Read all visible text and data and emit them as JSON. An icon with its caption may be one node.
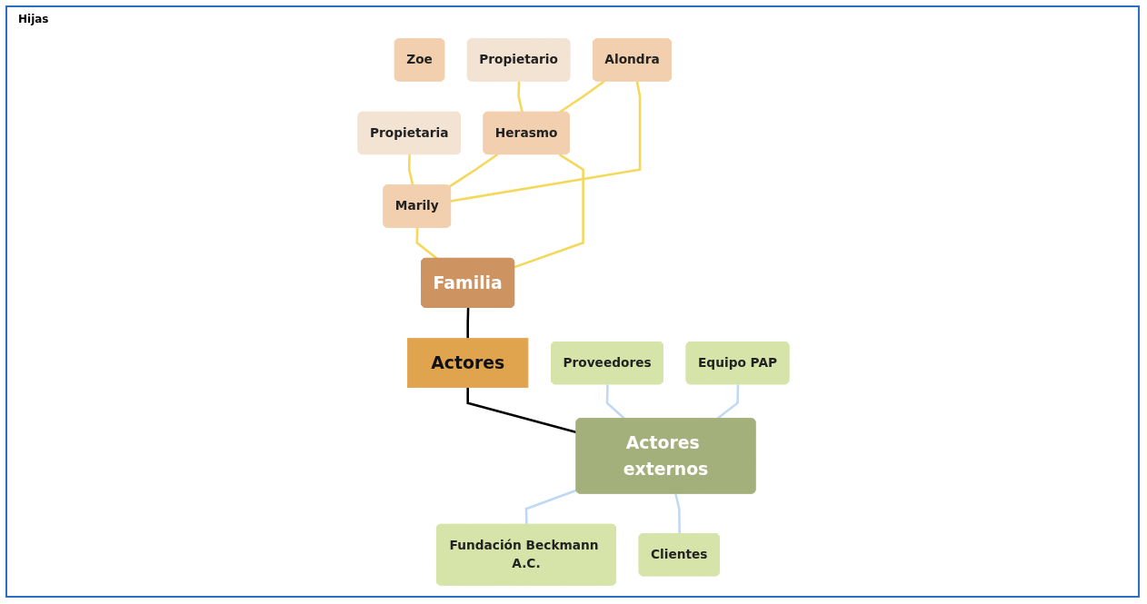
{
  "diagram": {
    "nodes": [
      {
        "text": [
          "Zoe"
        ]
      },
      {
        "text": [
          "Propietario"
        ]
      },
      {
        "text": [
          "Alondra"
        ]
      },
      {
        "text": [
          "Propietaria"
        ]
      },
      {
        "text": [
          "Herasmo"
        ]
      },
      {
        "text": [
          "Marily"
        ]
      },
      {
        "text": [
          "Familia"
        ]
      },
      {
        "text": [
          "Actores"
        ]
      },
      {
        "text": [
          "Proveedores"
        ]
      },
      {
        "text": [
          "Fundación Beckmann A.C."
        ]
      },
      {
        "text": [
          "Actores externos"
        ]
      },
      {
        "text": [
          "Equipo PAP"
        ]
      },
      {
        "text": [
          "Clientes"
        ]
      }
    ],
    "edges": [
      {
        "from": 1,
        "to": 4,
        "arrow": "none"
      },
      {
        "from": 2,
        "to": 4,
        "arrow": "none"
      },
      {
        "from": 2,
        "to": 5,
        "arrow": "none"
      },
      {
        "from": 3,
        "to": 5,
        "arrow": "none"
      },
      {
        "from": 4,
        "to": 5,
        "arrow": "none"
      },
      {
        "from": 4,
        "to": 6,
        "arrow": "none"
      },
      {
        "from": 5,
        "to": 6,
        "arrow": "none"
      },
      {
        "from": 6,
        "to": 7,
        "arrow": "none",
        "color": "#000000"
      },
      {
        "from": 7,
        "to": 10,
        "arrow": "none",
        "color": "#000000"
      },
      {
        "from": 8,
        "to": 10,
        "arrow": "none",
        "color": "#bfd9f5"
      },
      {
        "from": 10,
        "to": 9,
        "arrow": "none",
        "color": "#bfd9f5"
      },
      {
        "from": 11,
        "to": 10,
        "arrow": "none",
        "color": "#bfd9f5"
      },
      {
        "from": 10,
        "to": 12,
        "arrow": "none",
        "color": "#bfd9f5"
      }
    ],
    "labels": [
      "Hijas"
    ]
  }
}
